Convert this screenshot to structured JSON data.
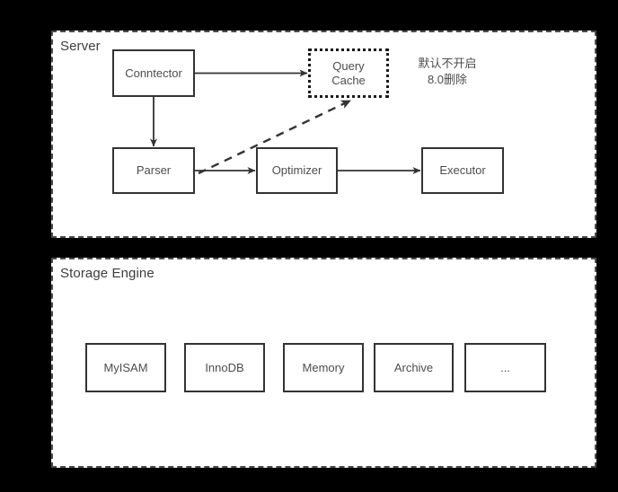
{
  "diagram": {
    "title_regions": [
      {
        "id": "server",
        "label": "Server"
      },
      {
        "id": "storage",
        "label": "Storage Engine"
      }
    ],
    "server": {
      "label": "Server",
      "nodes": [
        {
          "id": "connector",
          "label": "Conntector",
          "style": "solid"
        },
        {
          "id": "querycache",
          "label": "Query\nCache",
          "style": "dotted"
        },
        {
          "id": "parser",
          "label": "Parser",
          "style": "solid"
        },
        {
          "id": "optimizer",
          "label": "Optimizer",
          "style": "solid"
        },
        {
          "id": "executor",
          "label": "Executor",
          "style": "solid"
        }
      ],
      "note": "默认不开启\n8.0删除"
    },
    "storage": {
      "label": "Storage Engine",
      "engines": [
        {
          "id": "myisam",
          "label": "MyISAM"
        },
        {
          "id": "innodb",
          "label": "InnoDB"
        },
        {
          "id": "memory",
          "label": "Memory"
        },
        {
          "id": "archive",
          "label": "Archive"
        },
        {
          "id": "more",
          "label": "..."
        }
      ]
    },
    "edges": [
      {
        "id": "connector-to-querycache",
        "from": "connector",
        "to": "querycache",
        "style": "solid",
        "direction": "right"
      },
      {
        "id": "connector-to-parser",
        "from": "connector",
        "to": "parser",
        "style": "solid",
        "direction": "down"
      },
      {
        "id": "parser-to-optimizer",
        "from": "parser",
        "to": "optimizer",
        "style": "solid",
        "direction": "right"
      },
      {
        "id": "optimizer-to-executor",
        "from": "optimizer",
        "to": "executor",
        "style": "solid",
        "direction": "right"
      },
      {
        "id": "parser-to-querycache",
        "from": "parser",
        "to": "querycache",
        "style": "dashed",
        "direction": "diagonal-up-right"
      }
    ],
    "colors": {
      "background": "#000000",
      "surface": "#ffffff",
      "node_border": "#333333",
      "region_border": "#4d4d4d",
      "text": "#4d4d4d",
      "arrow": "#333333"
    }
  }
}
